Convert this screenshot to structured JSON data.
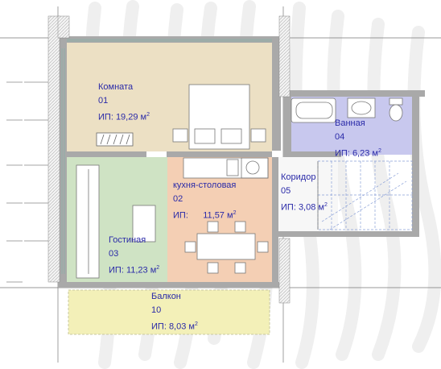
{
  "plan": {
    "colors": {
      "room": "#ece0c4",
      "kitchen": "#f4cfb4",
      "living": "#cfe3c4",
      "bath": "#c8c8ee",
      "balcony": "#f3f0b8",
      "wall": "#a9a9a9",
      "label": "#2a2aa8"
    },
    "rooms": [
      {
        "name": "Комната",
        "number": "01",
        "area_prefix": "ИП:",
        "area": "19,29",
        "unit": "м",
        "unit_power": "2"
      },
      {
        "name": "кухня-столовая",
        "number": "02",
        "area_prefix": "ИП:",
        "area": "11,57",
        "unit": "м",
        "unit_power": "2"
      },
      {
        "name": "Гостиная",
        "number": "03",
        "area_prefix": "ИП:",
        "area": "11,23",
        "unit": "м",
        "unit_power": "2"
      },
      {
        "name": "Ванная",
        "number": "04",
        "area_prefix": "ИП:",
        "area": "6,23",
        "unit": "м",
        "unit_power": "2"
      },
      {
        "name": "Коридор",
        "number": "05",
        "area_prefix": "ИП:",
        "area": "3,08",
        "unit": "м",
        "unit_power": "2"
      },
      {
        "name": "Балкон",
        "number": "10",
        "area_prefix": "ИП:",
        "area": "8,03",
        "unit": "м",
        "unit_power": "2"
      }
    ]
  }
}
